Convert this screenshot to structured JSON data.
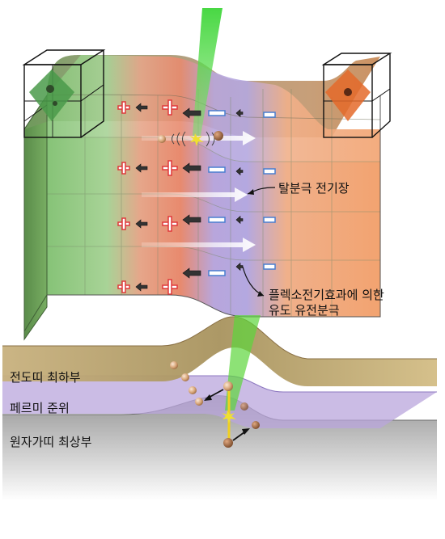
{
  "top_diagram": {
    "label_field": "탈분극 전기장",
    "label_flexo_line1": "플렉소전기효과에 의한",
    "label_flexo_line2": "유도 유전분극"
  },
  "bottom_diagram": {
    "label_conduction": "전도띠 최하부",
    "label_fermi": "페르미 준위",
    "label_valence": "원자가띠 최상부"
  },
  "colors": {
    "green_domain": "#8cc97a",
    "orange_domain": "#f2a370",
    "top_face": "#b8a97a",
    "conduction_band": "#c9b07a",
    "fermi_level": "#b9a6dc",
    "valence_band": "#8f8f8f",
    "laser": "#5cd63c",
    "positive_charge": "#e0393b",
    "negative_charge": "#4a7fd0"
  }
}
